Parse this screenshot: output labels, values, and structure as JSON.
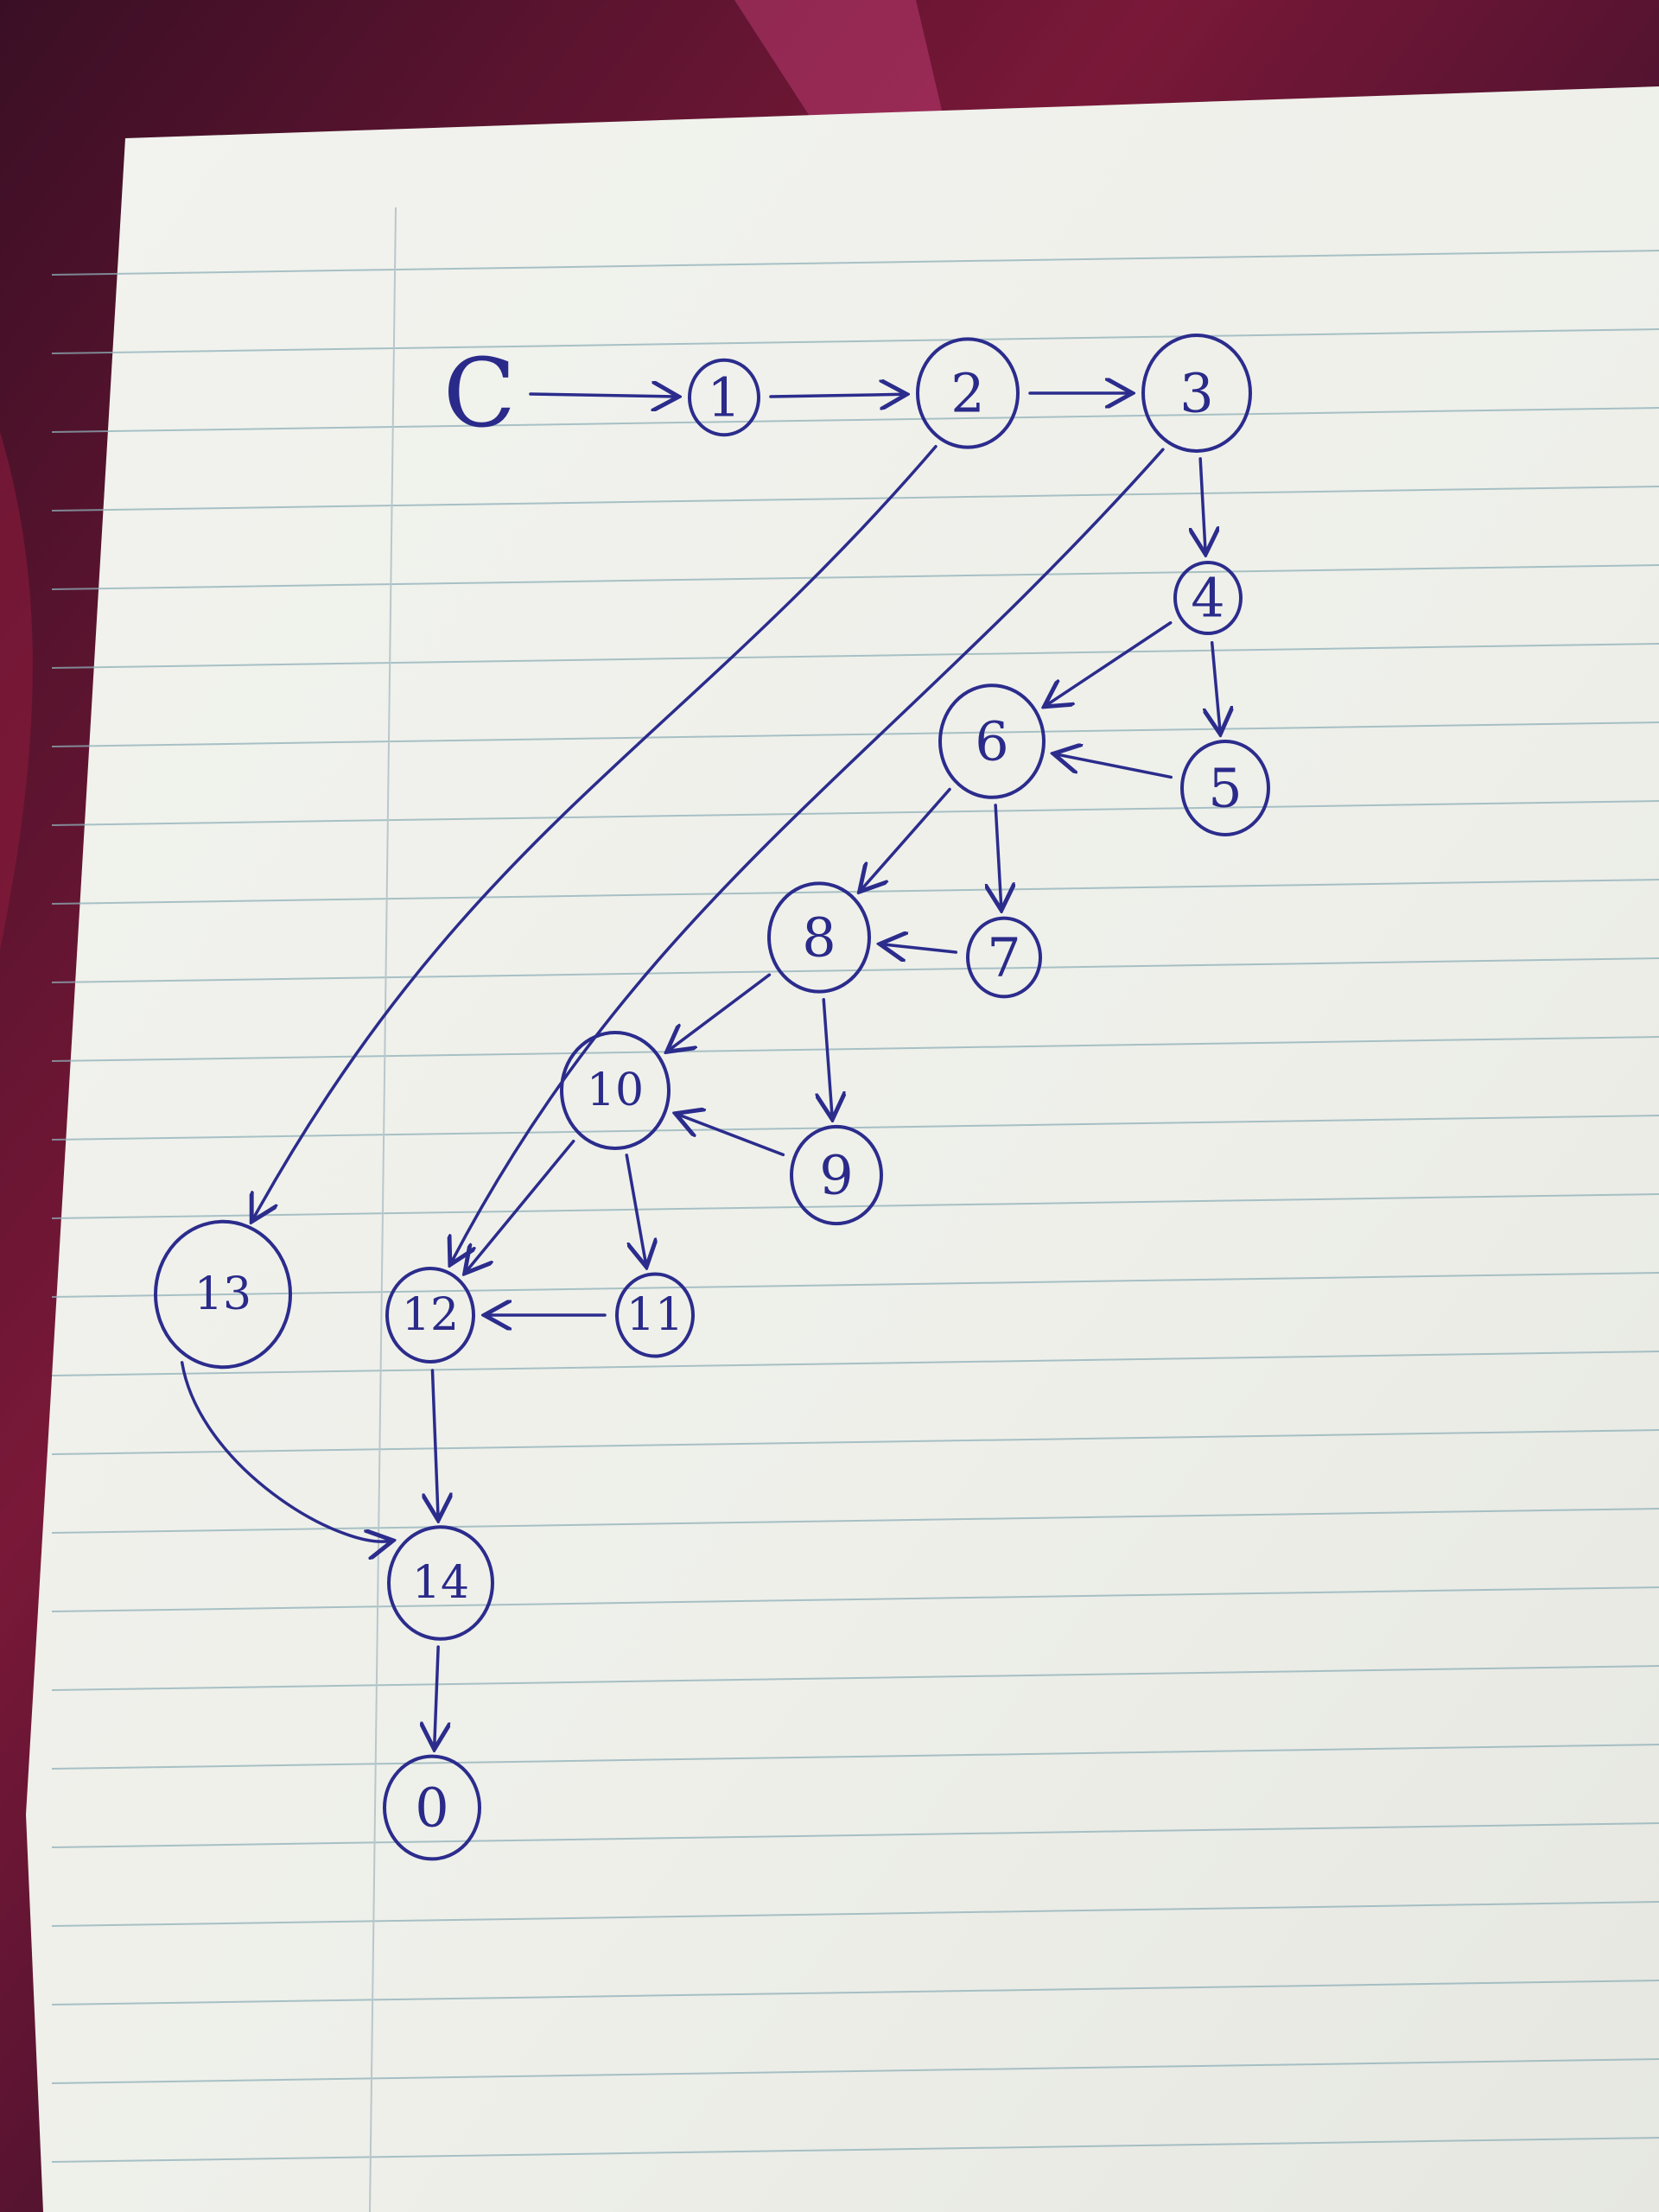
{
  "colors": {
    "ink": "#2b2c8c",
    "paper": "#f1f1ec",
    "rule": "#8fb0b8",
    "margin": "#b9c7cc",
    "background_top": "#6a1530",
    "background_dark": "#1a0c1c"
  },
  "diagram": {
    "nodes": [
      {
        "id": "C",
        "label": "C",
        "circled": false
      },
      {
        "id": "1",
        "label": "1",
        "circled": true
      },
      {
        "id": "2",
        "label": "2",
        "circled": true
      },
      {
        "id": "3",
        "label": "3",
        "circled": true
      },
      {
        "id": "4",
        "label": "4",
        "circled": true
      },
      {
        "id": "5",
        "label": "5",
        "circled": true
      },
      {
        "id": "6",
        "label": "6",
        "circled": true
      },
      {
        "id": "7",
        "label": "7",
        "circled": true
      },
      {
        "id": "8",
        "label": "8",
        "circled": true
      },
      {
        "id": "9",
        "label": "9",
        "circled": true
      },
      {
        "id": "10",
        "label": "10",
        "circled": true
      },
      {
        "id": "11",
        "label": "11",
        "circled": true
      },
      {
        "id": "12",
        "label": "12",
        "circled": true
      },
      {
        "id": "13",
        "label": "13",
        "circled": true
      },
      {
        "id": "14",
        "label": "14",
        "circled": true
      },
      {
        "id": "0",
        "label": "0",
        "circled": true
      }
    ],
    "edges": [
      {
        "from": "C",
        "to": "1"
      },
      {
        "from": "1",
        "to": "2"
      },
      {
        "from": "2",
        "to": "3"
      },
      {
        "from": "3",
        "to": "4"
      },
      {
        "from": "4",
        "to": "5"
      },
      {
        "from": "4",
        "to": "6"
      },
      {
        "from": "5",
        "to": "6"
      },
      {
        "from": "6",
        "to": "7"
      },
      {
        "from": "6",
        "to": "8"
      },
      {
        "from": "7",
        "to": "8"
      },
      {
        "from": "8",
        "to": "9"
      },
      {
        "from": "8",
        "to": "10"
      },
      {
        "from": "9",
        "to": "10"
      },
      {
        "from": "10",
        "to": "11"
      },
      {
        "from": "10",
        "to": "12"
      },
      {
        "from": "11",
        "to": "12"
      },
      {
        "from": "2",
        "to": "13"
      },
      {
        "from": "3",
        "to": "12"
      },
      {
        "from": "12",
        "to": "14"
      },
      {
        "from": "13",
        "to": "14"
      },
      {
        "from": "14",
        "to": "0"
      }
    ]
  }
}
